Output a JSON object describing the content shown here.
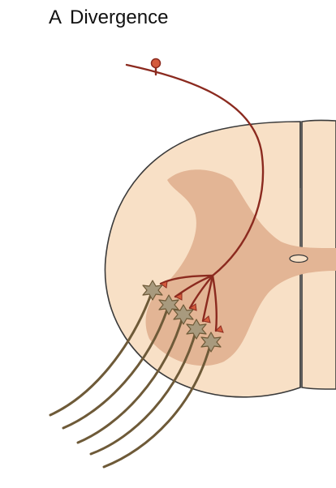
{
  "figure": {
    "panel_letter": "A",
    "title": "Divergence"
  },
  "colors": {
    "background": "#ffffff",
    "white_matter": "#f8e0c6",
    "gray_matter": "#e3b595",
    "outline": "#3a3a3a",
    "afferent_axon": "#8b2a1f",
    "synaptic_bouton": "#d45a3c",
    "motor_neuron_body": "#a89a7e",
    "motor_axon": "#6e5a38"
  },
  "diagram": {
    "afferent_neuron_count": 1,
    "target_neuron_count": 5
  }
}
